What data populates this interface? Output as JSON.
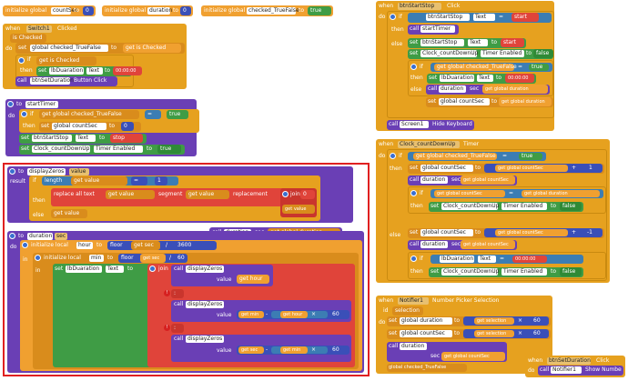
{
  "globals": {
    "countSec": {
      "prefix": "initialize global",
      "name": "countSec",
      "to": "to",
      "value": "0"
    },
    "duration": {
      "prefix": "initialize global",
      "name": "duration",
      "to": "to",
      "value": "0"
    },
    "checked": {
      "prefix": "initialize global",
      "name": "checked_TrueFalse",
      "to": "to",
      "value": "true"
    }
  },
  "kw": {
    "when": "when",
    "do": "do",
    "set": "set",
    "to": "to",
    "get": "get",
    "if": "if",
    "then": "then",
    "else": "else",
    "call": "call",
    "result": "result",
    "in": "in",
    "sec": "sec",
    "value": "value",
    "id": "id",
    "length": "length",
    "join": "join",
    "replace_all": "replace all text",
    "segment": "segment",
    "replacement": "replacement",
    "floor": "floor",
    "init_local": "initialize local",
    "divide": "/",
    "minus": "-",
    "times": "×",
    "eq": "=",
    "plus": "+",
    "div60": "60",
    "div3600": "3600",
    "one": "1",
    "zero": "0",
    "neg1": "-1",
    "time0": "00:00:00",
    "text": "Text",
    "timer_enabled": "Timer Enabled",
    "true": "true",
    "false": "false",
    "start": "start",
    "stop": "stop"
  },
  "switch1": {
    "component": "Switch1",
    "event": "Clicked",
    "param": "is Checked",
    "var_checked": "global checked_TrueFalse",
    "get_checked": "is Checked",
    "lb": "lbDuaration",
    "btn": "btnSetDuration",
    "btn_method": "Button Click"
  },
  "startTimer": {
    "name": "startTimer",
    "get_checked": "global checked_TrueFalse",
    "set_count": "global countSec",
    "btn": "btnStartStop",
    "clock": "Clock_countDownUp"
  },
  "displayZeros": {
    "name": "displayZeros",
    "param": "value",
    "zero_str": "0"
  },
  "durationProc": {
    "name": "duration",
    "param": "sec",
    "local_hour": "hour",
    "local_min": "min",
    "lb": "lbDuaration",
    "call_dz": "displayZeros",
    "colon": ":",
    "g_duration": "global duration",
    "g_count": "global countSec"
  },
  "btnStartStop": {
    "component": "btnStartStop",
    "event": "Click",
    "text": "Text",
    "start": "start",
    "call_start": "startTimer",
    "clock": "Clock_countDownUp",
    "lb": "lbDuaration",
    "hide": "Screen1",
    "hide_method": "Hide Keyboard"
  },
  "clockTimer": {
    "component": "Clock_countDownUp",
    "event": "Timer"
  },
  "notifier": {
    "component": "Notifier1",
    "event": "Number Picker Selection",
    "param": "selection",
    "show": "Show Numbe"
  },
  "btnSetDuration": {
    "component": "btnSetDuration",
    "event": "Click",
    "call": "Notifier1",
    "method": "Show Numbe"
  }
}
